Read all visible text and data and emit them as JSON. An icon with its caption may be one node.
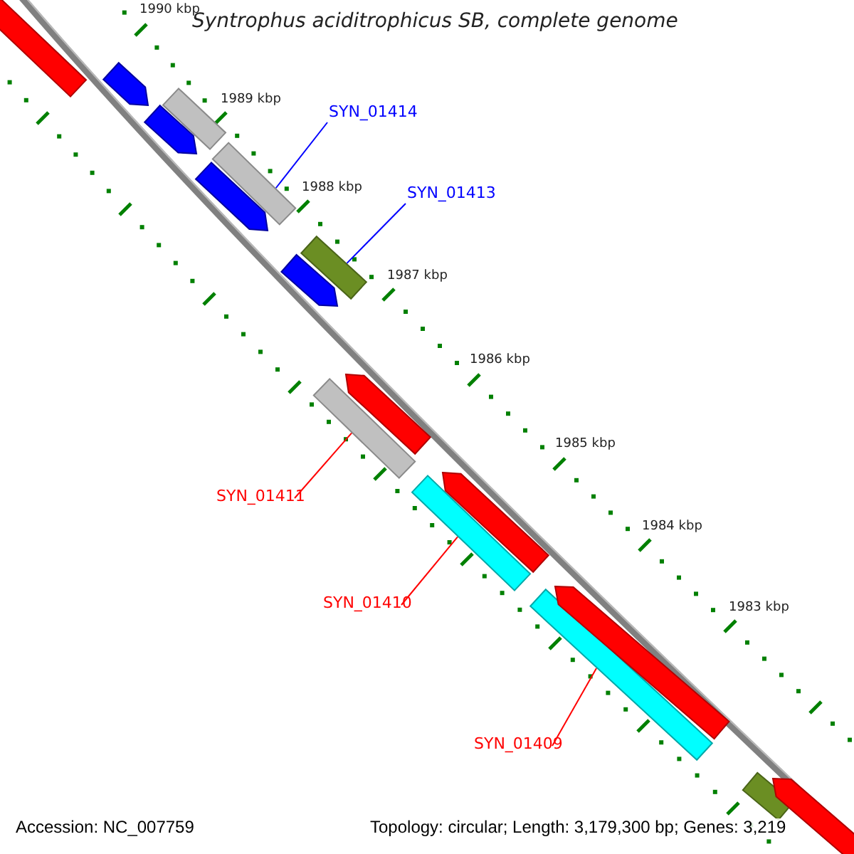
{
  "diagram": {
    "title": "Syntrophus aciditrophicus SB, complete genome",
    "nodes": [
      {
        "text": [
          "SYN_01414"
        ]
      },
      {
        "text": [],
        "shape": "bar"
      },
      {
        "text": [
          "SYN_01413"
        ]
      },
      {
        "text": [],
        "shape": "bar"
      },
      {
        "text": [
          "SYN_01411"
        ]
      },
      {
        "text": [],
        "shape": "bar"
      },
      {
        "text": [
          "SYN_01410"
        ]
      },
      {
        "text": [],
        "shape": "bar"
      },
      {
        "text": [
          "SYN_01409"
        ]
      },
      {
        "text": [],
        "shape": "bar"
      },
      {
        "text": [],
        "shape": "bar"
      },
      {
        "text": [],
        "shape": "bar"
      },
      {
        "text": [],
        "shape": "bar"
      },
      {
        "text": [],
        "shape": "bar"
      },
      {
        "text": [],
        "shape": "bar"
      },
      {
        "text": [],
        "shape": "bar"
      },
      {
        "text": [],
        "shape": "bar"
      },
      {
        "text": [],
        "shape": "bar"
      },
      {
        "text": [],
        "shape": "bar"
      },
      {
        "text": [],
        "shape": "bar"
      },
      {
        "text": [],
        "shape": "bar"
      }
    ],
    "edges": [
      {
        "from": 0,
        "to": 1,
        "arrow": "none",
        "color": "#0000ff"
      },
      {
        "from": 2,
        "to": 3,
        "arrow": "none",
        "color": "#0000ff"
      },
      {
        "from": 4,
        "to": 5,
        "arrow": "none"
      },
      {
        "from": 6,
        "to": 7,
        "arrow": "none"
      },
      {
        "from": 8,
        "to": 9,
        "arrow": "none"
      }
    ],
    "labels": [
      "1990 kbp",
      "1989 kbp",
      "1988 kbp",
      "1987 kbp",
      "1986 kbp",
      "1985 kbp",
      "1984 kbp",
      "1983 kbp",
      "Accession: NC_007759",
      "Topology: circular; Length: 3,179,300 bp; Genes: 3,219"
    ]
  }
}
